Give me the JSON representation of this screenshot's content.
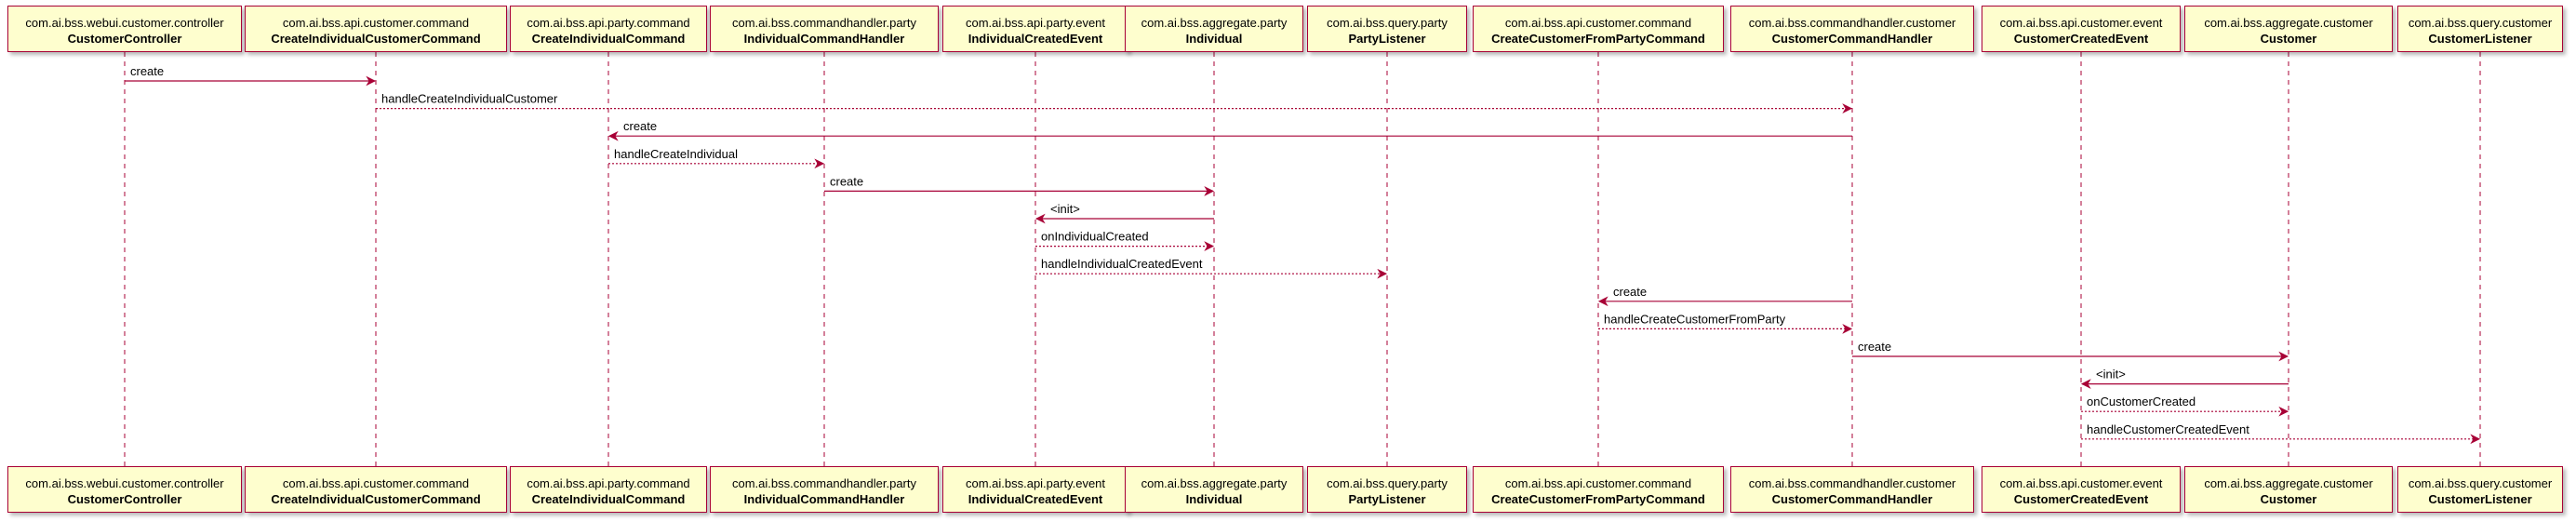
{
  "participants": [
    {
      "pkg": "com.ai.bss.webui.customer.controller",
      "cls": "CustomerController"
    },
    {
      "pkg": "com.ai.bss.api.customer.command",
      "cls": "CreateIndividualCustomerCommand"
    },
    {
      "pkg": "com.ai.bss.api.party.command",
      "cls": "CreateIndividualCommand"
    },
    {
      "pkg": "com.ai.bss.commandhandler.party",
      "cls": "IndividualCommandHandler"
    },
    {
      "pkg": "com.ai.bss.api.party.event",
      "cls": "IndividualCreatedEvent"
    },
    {
      "pkg": "com.ai.bss.aggregate.party",
      "cls": "Individual"
    },
    {
      "pkg": "com.ai.bss.query.party",
      "cls": "PartyListener"
    },
    {
      "pkg": "com.ai.bss.api.customer.command",
      "cls": "CreateCustomerFromPartyCommand"
    },
    {
      "pkg": "com.ai.bss.commandhandler.customer",
      "cls": "CustomerCommandHandler"
    },
    {
      "pkg": "com.ai.bss.api.customer.event",
      "cls": "CustomerCreatedEvent"
    },
    {
      "pkg": "com.ai.bss.aggregate.customer",
      "cls": "Customer"
    },
    {
      "pkg": "com.ai.bss.query.customer",
      "cls": "CustomerListener"
    }
  ],
  "messages": [
    {
      "from": 0,
      "to": 1,
      "label": "create",
      "style": "solid"
    },
    {
      "from": 1,
      "to": 8,
      "label": "handleCreateIndividualCustomer",
      "style": "dotted"
    },
    {
      "from": 8,
      "to": 2,
      "label": "create",
      "style": "solid"
    },
    {
      "from": 2,
      "to": 3,
      "label": "handleCreateIndividual",
      "style": "dotted"
    },
    {
      "from": 3,
      "to": 5,
      "label": "create",
      "style": "solid"
    },
    {
      "from": 5,
      "to": 4,
      "label": "<init>",
      "style": "solid"
    },
    {
      "from": 4,
      "to": 5,
      "label": "onIndividualCreated",
      "style": "dotted"
    },
    {
      "from": 4,
      "to": 6,
      "label": "handleIndividualCreatedEvent",
      "style": "dotted"
    },
    {
      "from": 8,
      "to": 7,
      "label": "create",
      "style": "solid"
    },
    {
      "from": 7,
      "to": 8,
      "label": "handleCreateCustomerFromParty",
      "style": "dotted"
    },
    {
      "from": 8,
      "to": 10,
      "label": "create",
      "style": "solid"
    },
    {
      "from": 10,
      "to": 9,
      "label": "<init>",
      "style": "solid"
    },
    {
      "from": 9,
      "to": 10,
      "label": "onCustomerCreated",
      "style": "dotted"
    },
    {
      "from": 9,
      "to": 11,
      "label": "handleCustomerCreatedEvent",
      "style": "dotted"
    }
  ],
  "colors": {
    "line": "#A80036",
    "box_fill": "#FEFECE"
  }
}
